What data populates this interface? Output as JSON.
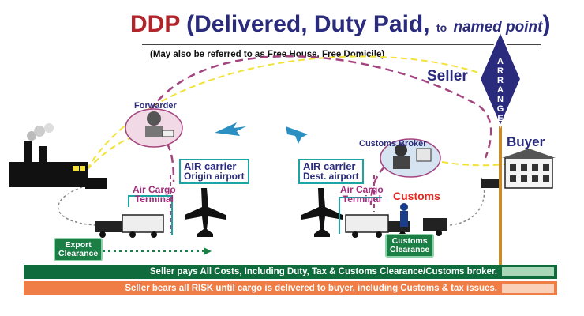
{
  "title": {
    "main": "DDP",
    "paren": "(Delivered, Duty Paid,",
    "small": "to",
    "italic": "named point",
    "close": ")"
  },
  "subtitle": "(May also be referred to as Free House, Free Domicile)",
  "sign": {
    "letters": [
      "A",
      "R",
      "R",
      "A",
      "N",
      "G",
      "E"
    ]
  },
  "labels": {
    "seller": "Seller",
    "buyer": "Buyer",
    "forwarder": "Forwarder",
    "customs_broker": "Customs Broker",
    "air_carrier_origin": [
      "AIR carrier",
      "Origin airport"
    ],
    "air_carrier_dest": [
      "AIR carrier",
      "Dest. airport"
    ],
    "terminal_origin": [
      "Air Cargo",
      "Terminal"
    ],
    "terminal_dest": [
      "Air Cargo",
      "Terminal"
    ],
    "customs": "Customs",
    "export_clearance": [
      "Export",
      "Clearance"
    ],
    "customs_clearance": [
      "Customs",
      "Clearance"
    ]
  },
  "bands": [
    {
      "text": "Seller pays All Costs, Including Duty, Tax & Customs Clearance/Customs broker.",
      "color": "#0f6b3c"
    },
    {
      "text": "Seller bears all RISK until cargo is delivered to buyer, including Customs & tax issues.",
      "color": "#f07c46"
    }
  ],
  "colors": {
    "navy": "#2b2b7d",
    "red": "#b1242a",
    "teal": "#1aa6a2",
    "purple_dash": "#a3447f",
    "yellow_dash": "#f3e23a",
    "green": "#1a7e45",
    "orange": "#f07c46"
  }
}
